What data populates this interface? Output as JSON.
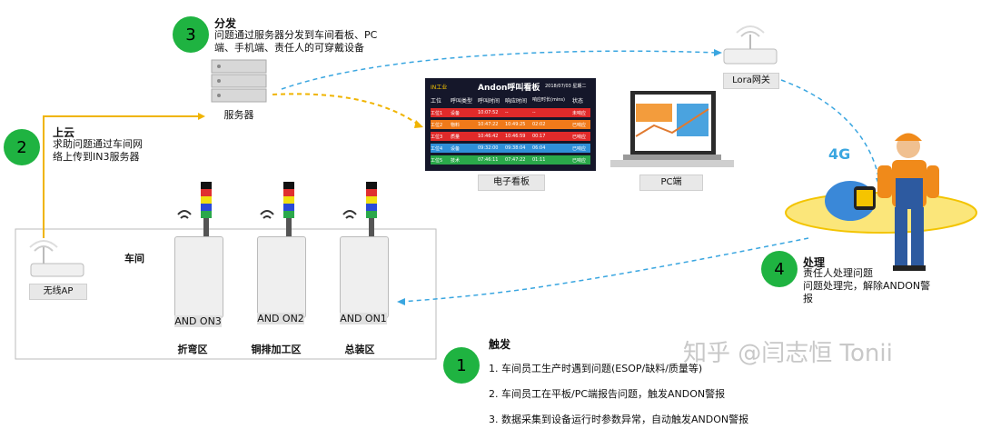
{
  "steps": {
    "distribute": {
      "num": "3",
      "title": "分发",
      "text": "问题通过服务器分发到车间看板、PC\n端、手机端、责任人的可穿戴设备"
    },
    "upload": {
      "num": "2",
      "title": "上云",
      "text": "求助问题通过车间网\n络上传到IN3服务器"
    },
    "handle": {
      "num": "4",
      "title": "处理",
      "text": "责任人处理问题\n问题处理完，解除ANDON警\n报"
    },
    "trigger": {
      "num": "1",
      "title": "触发",
      "items": [
        "1.   车间员工生产时遇到问题(ESOP/缺料/质量等)",
        "2.   车间员工在平板/PC端报告问题，触发ANDON警报",
        "3.   数据采集到设备运行时参数异常，自动触发ANDON警报"
      ]
    }
  },
  "labels": {
    "server": "服务器",
    "lora": "Lora网关",
    "board": "电子看板",
    "pc": "PC端",
    "ap": "无线AP",
    "workshop": "车间",
    "fourg": "4G"
  },
  "devices": [
    {
      "name": "AND\nON3",
      "zone": "折弯区"
    },
    {
      "name": "AND\nON2",
      "zone": "铜排加工区"
    },
    {
      "name": "AND\nON1",
      "zone": "总装区"
    }
  ],
  "board_screen": {
    "logo": "IN工业",
    "title": "Andon呼叫看板",
    "datetime": "2018/07/03 星期二",
    "headers": [
      "工位",
      "呼叫类型",
      "呼叫时间",
      "响应时间",
      "响应时长(mins)",
      "状态"
    ],
    "rows": [
      {
        "cells": [
          "工位1",
          "设备",
          "10:07:52",
          "--",
          "--",
          "未响应"
        ],
        "color": "#e02a2a"
      },
      {
        "cells": [
          "工位2",
          "物料",
          "10:47:22",
          "10:49:25",
          "02:02",
          "已响应"
        ],
        "color": "#f07a1a"
      },
      {
        "cells": [
          "工位3",
          "质量",
          "10:46:42",
          "10:46:59",
          "00:17",
          "已响应"
        ],
        "color": "#e02a2a"
      },
      {
        "cells": [
          "工位4",
          "设备",
          "09:32:00",
          "09:38:04",
          "06:04",
          "已响应"
        ],
        "color": "#2f8fd8"
      },
      {
        "cells": [
          "工位5",
          "技术",
          "07:46:11",
          "07:47:22",
          "01:11",
          "已响应"
        ],
        "color": "#2aa84a"
      }
    ]
  },
  "watermark": "知乎 @闫志恒 Tonii",
  "colors": {
    "badge": "#1fb341",
    "upload_line": "#f0b400",
    "lora_line": "#3aa6e0"
  }
}
